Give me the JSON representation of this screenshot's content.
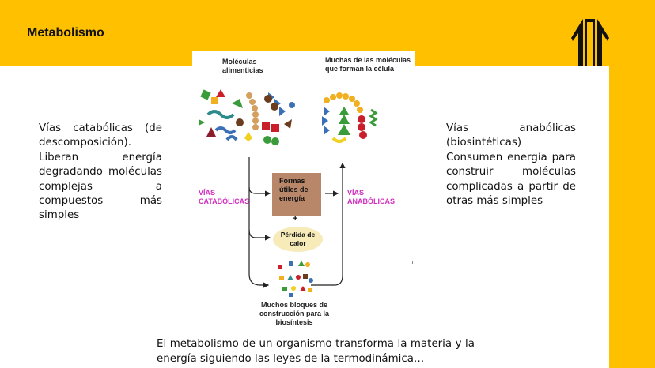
{
  "header": {
    "title": "Metabolismo"
  },
  "left_text": {
    "line1": "Vías catabólicas (de descomposición).",
    "line2": "Liberan energía degradando moléculas complejas a compuestos más simples"
  },
  "right_text": {
    "body": "Vías anabólicas (biosintéticas) Consumen energía para construir moléculas complicadas a partir de otras más simples"
  },
  "bottom_text": {
    "body": "El metabolismo de un organismo transforma la materia y la energía siguiendo las leyes de la termodinámica…"
  },
  "figure": {
    "food_label_1": "Moléculas",
    "food_label_2": "alimenticias",
    "cell_label_1": "Muchas de las moléculas",
    "cell_label_2": "que forman la célula",
    "catabolic_1": "VÍAS",
    "catabolic_2": "CATABÓLICAS",
    "anabolic_1": "VÍAS",
    "anabolic_2": "ANABÓLICAS",
    "energy_1": "Formas",
    "energy_2": "útiles de",
    "energy_3": "energía",
    "plus": "+",
    "heat_1": "Pérdida de",
    "heat_2": "calor",
    "blocks_1": "Muchos bloques de",
    "blocks_2": "construcción para la",
    "blocks_3": "biosíntesis",
    "colors": {
      "catabolic": "#D02FBF",
      "energy_box": "#B8876A",
      "heat_ellipse": "#F6EBB9"
    }
  },
  "logo": {
    "icon": "double-up-arrow-logo"
  },
  "colors": {
    "accent": "#FFC000"
  }
}
